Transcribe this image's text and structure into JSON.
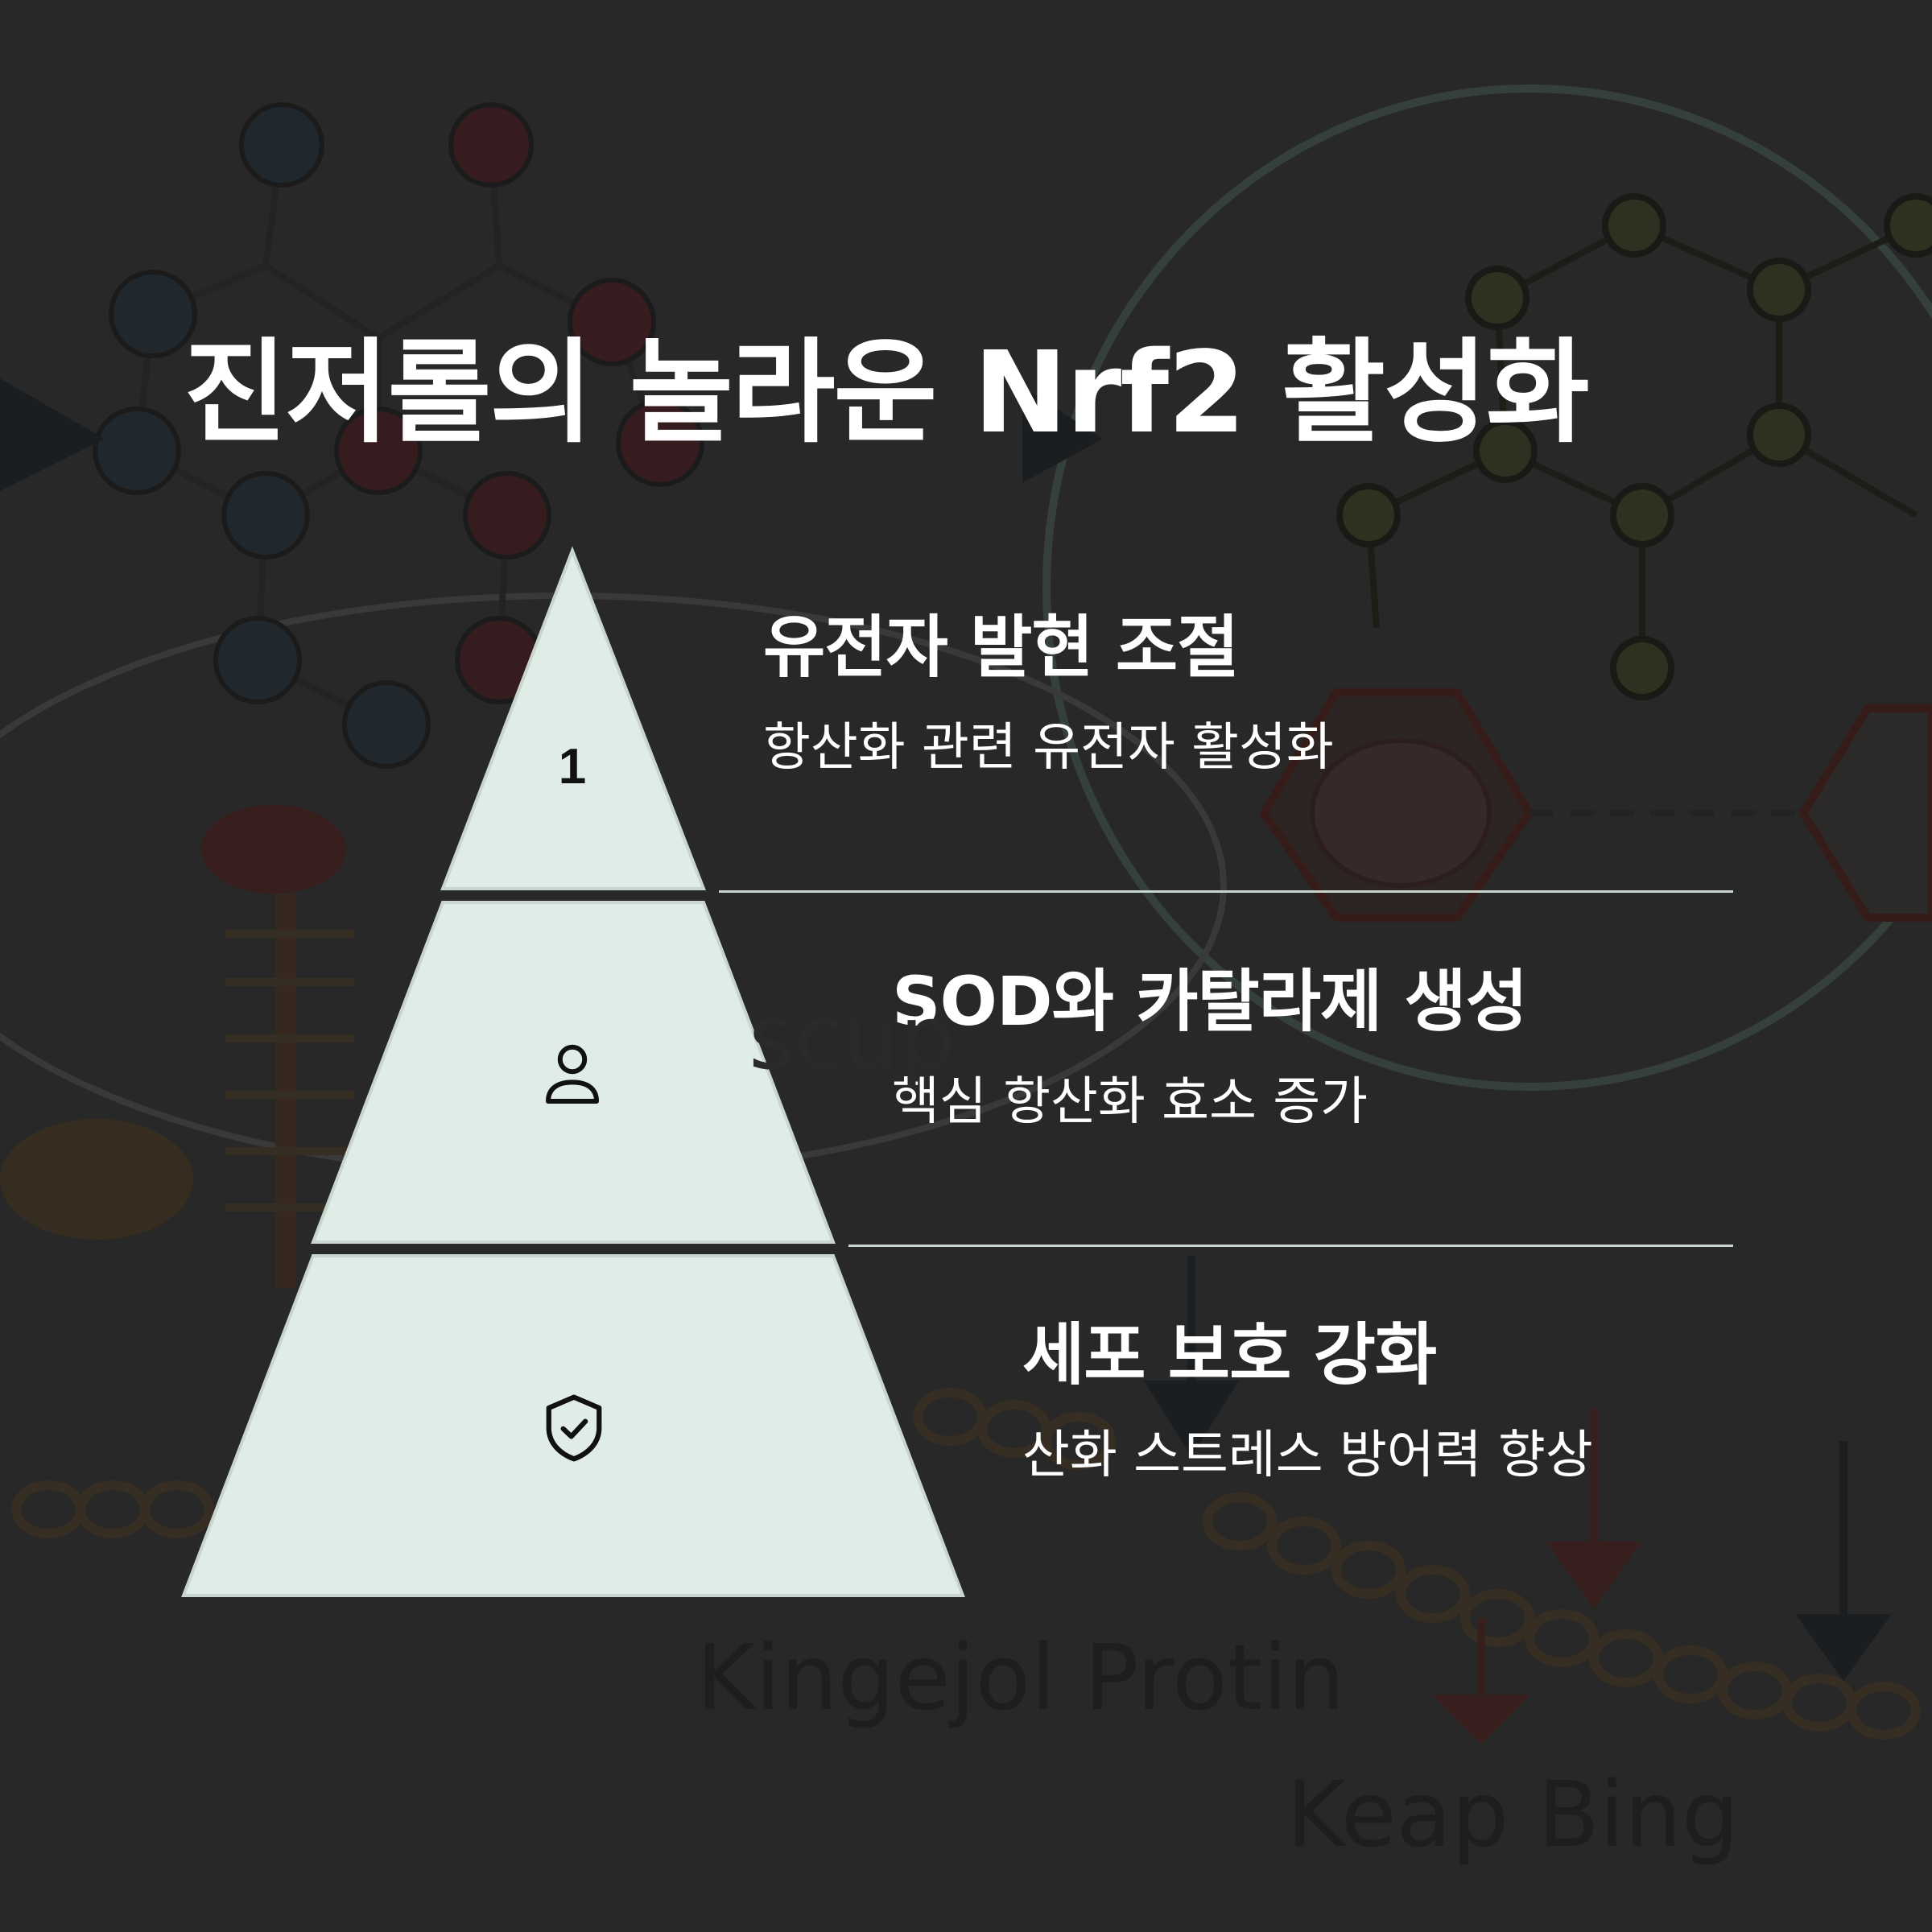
{
  "title": "진저롤의 놀라운 Nrf2 활성화",
  "colors": {
    "background": "#333333",
    "pyramid_fill": "#e0ede7",
    "divider": "#c9d6d0",
    "text": "#ffffff"
  },
  "tiers": [
    {
      "marker": "1",
      "icon": "number-marker",
      "title": "유전자 발현 조절",
      "description": "항산화 관련 유전자 활성화"
    },
    {
      "icon": "person-icon",
      "title": "SOD와 카탈라제 생성",
      "description": "핵심 항산화 효소 증가"
    },
    {
      "icon": "shield-check-icon",
      "title": "세포 보호 강화",
      "description": "산화 스트레스 방어력 향상"
    }
  ],
  "background_labels": [
    "Kingejol Protin",
    "Keap Bing",
    "scup"
  ]
}
